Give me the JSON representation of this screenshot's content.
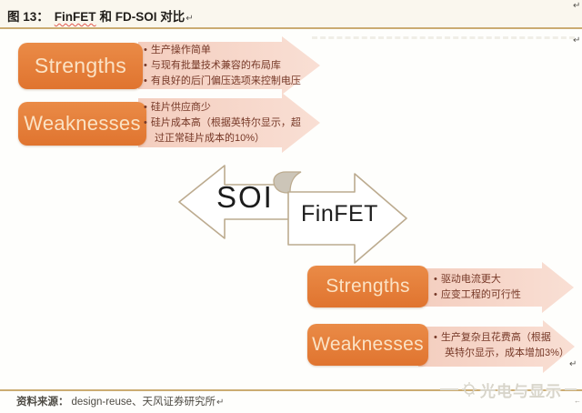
{
  "title": {
    "prefix": "图 13：",
    "term": "FinFET",
    "rest": "和 FD-SOI 对比"
  },
  "rows": [
    {
      "id": "soi-strengths",
      "label": "Strengths",
      "lines": [
        {
          "text": "生产操作简单"
        },
        {
          "text": "与现有批量技术兼容的布局库"
        },
        {
          "text": "有良好的后门偏压选项来控制电压"
        }
      ]
    },
    {
      "id": "soi-weaknesses",
      "label": "Weaknesses",
      "lines": [
        {
          "text": "硅片供应商少"
        },
        {
          "text": "硅片成本高（根据英特尔显示，超"
        },
        {
          "text": "过正常硅片成本的10%）"
        }
      ]
    },
    {
      "id": "finfet-strengths",
      "label": "Strengths",
      "lines": [
        {
          "text": "驱动电流更大"
        },
        {
          "text": "应变工程的可行性"
        }
      ]
    },
    {
      "id": "finfet-weaknesses",
      "label": "Weaknesses",
      "lines": [
        {
          "text": "生产复杂且花费高（根据"
        },
        {
          "text": "英特尔显示，成本增加3%）"
        }
      ]
    }
  ],
  "center": {
    "left_label": "SOI",
    "right_label": "FinFET"
  },
  "footer": {
    "label": "资料来源：",
    "sources": "design-reuse、天风证券研究所"
  },
  "watermark": {
    "text": "光电与显示"
  },
  "marks": {
    "pilcrow": "↵",
    "back_arrow": "←"
  },
  "colors": {
    "accent_orange": "#E2803C",
    "arrow_pink": "#F5D1C3",
    "gold_line": "#CBAC72",
    "bullet_text": "#763827",
    "watermark_gray": "#D8D5CA"
  }
}
